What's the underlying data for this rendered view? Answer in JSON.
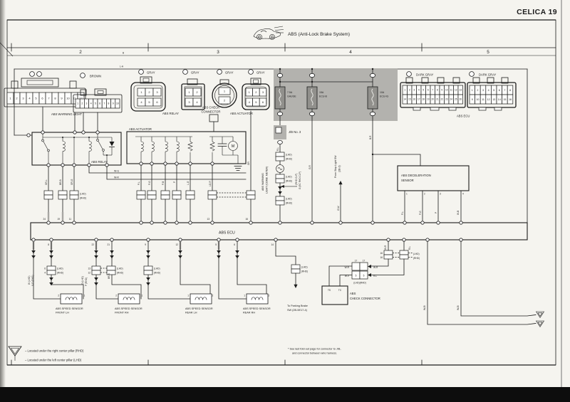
{
  "colors": {
    "paper": "#f5f4ef",
    "ink": "#1c1c1c",
    "panel": "#b3b2ae",
    "scan_bar": "#0d0d0d"
  },
  "page": {
    "header": "CELICA 19",
    "title": "ABS (Anti-Lock Brake System)",
    "sections": [
      "2",
      "3",
      "4",
      "5"
    ]
  },
  "markers": {
    "brown": "BROWN",
    "gray": "GRAY",
    "dark_gray": "DARK GRAY"
  },
  "top": {
    "warning_light": "ABS WARNING LIGHT",
    "relay": "ABS RELAY",
    "check_1": "ABS CHECK",
    "check_2": "CONNECTOR",
    "actuator": "ABS ACTUATOR",
    "ecu": "ABS ECU"
  },
  "combs": {
    "wl": [
      "1",
      "2",
      "3",
      "4",
      "5",
      "6",
      "7",
      "8",
      "9",
      "10",
      "11",
      "12"
    ],
    "brown": [
      "1",
      "2",
      "3",
      "4",
      "5",
      "6",
      "7",
      "8",
      "9",
      "10"
    ],
    "relay1": [
      "1",
      "2",
      "3"
    ],
    "relay2": [
      "4",
      "5",
      "6"
    ],
    "check1": [
      "1",
      "2"
    ],
    "check2": [
      "3",
      "4"
    ],
    "round1": [
      "1"
    ],
    "round2": [
      "2"
    ],
    "act1": [
      "1",
      "2",
      "3"
    ],
    "act2": [
      "4",
      "5",
      "6"
    ],
    "dg26a": [
      "1",
      "2",
      "3",
      "4",
      "5",
      "6",
      "7",
      "8",
      "9",
      "10",
      "11",
      "12",
      "13"
    ],
    "dg26b": [
      "14",
      "15",
      "16",
      "17",
      "18",
      "19",
      "20",
      "21",
      "22",
      "23",
      "24",
      "25",
      "26"
    ],
    "dg16a": [
      "1",
      "2",
      "3",
      "4",
      "5",
      "6",
      "7",
      "8"
    ],
    "dg16b": [
      "9",
      "10",
      "11",
      "12",
      "13",
      "14",
      "15",
      "16"
    ]
  },
  "fuses": {
    "f1a": "7.5A",
    "f1n": "GAUGE",
    "f2a": "15A",
    "f2n": "ECU-B",
    "f3a": "10A",
    "f3n": "ECU-IG"
  },
  "mid": {
    "jb": "J/B No. 3",
    "meter_1": "ABS WARNING",
    "meter_2": "LIGHT (COMB. METER)",
    "meter_note_1": "R (RHD CLP)",
    "meter_note_2": "G (EC RHD CLP)",
    "relay": "ABS RELAY",
    "actuator": "ABS ACTUATOR",
    "motor": "M",
    "decel_1": "ABS DECELERATION",
    "decel_2": "SENSOR",
    "stop_1": "From Stop Light SW",
    "stop_2": "(2B-2)"
  },
  "wires": {
    "la": "L-A",
    "b": "B",
    "wg": "W-G",
    "wr": "W-R",
    "grl": "GR-L",
    "brb": "BR-B",
    "grg": "GR-G",
    "pl": "P-L",
    "pg": "P-G",
    "pb": "P-B",
    "p": "P",
    "lg": "L-G",
    "lgr": "LG-R",
    "gr": "GR",
    "grr": "G-R",
    "gw": "G-W",
    "br": "B-R",
    "wb": "W-B",
    "rl": "R-L",
    "wv": "W-V",
    "fl1": "W (LHD)",
    "fl2": "V-G (RHD)",
    "fr1": "O (LHD)",
    "fr2": "P (RHD)"
  },
  "tags": {
    "lhd": "(LHD)",
    "rhd": "(RHD)",
    "both": "(LHD)(RHD)"
  },
  "ecu": {
    "label": "ABS ECU",
    "top": {
      "p68": "24",
      "p88": "19",
      "p104": "11",
      "p298": "13",
      "p352": "16"
    },
    "bottom": {
      "p72": "8",
      "p135": "22",
      "p157": "21",
      "p208": "9",
      "p253": "12",
      "p307": "5",
      "p333": "6",
      "p387": "14"
    }
  },
  "decel_pins": {
    "n1": "1",
    "n2": "2",
    "n3": "3",
    "n4": "4"
  },
  "inline_pins": {
    "c17": "17",
    "c5": "5",
    "c16": "16",
    "fl_a": "6",
    "fl_b": "4",
    "fr_a": "13",
    "fr_b": "12"
  },
  "sensor": {
    "name": "ABS SPEED SENSOR",
    "fl": "FRONT LH",
    "fr": "FRONT RH",
    "rl": "REAR LH",
    "rr": "REAR RH",
    "fp_l": "2",
    "fp_r": "1",
    "rp_l": "1",
    "rp_r": "2"
  },
  "check": {
    "l1": "ABS",
    "l2": "CHECK CONNECTOR",
    "ts": "TS",
    "tc": "TC"
  },
  "park": {
    "l1": "To Parking Brake",
    "l2": "SW (2B-5E17-4)"
  },
  "footnotes": {
    "f1": "– Located under the right center pillar (RHD)",
    "f2": "– Located under the left center pillar (LHD)",
    "n1": "* See last fold-out page for connector to J/B,",
    "n2": "and connector between wire harness."
  }
}
